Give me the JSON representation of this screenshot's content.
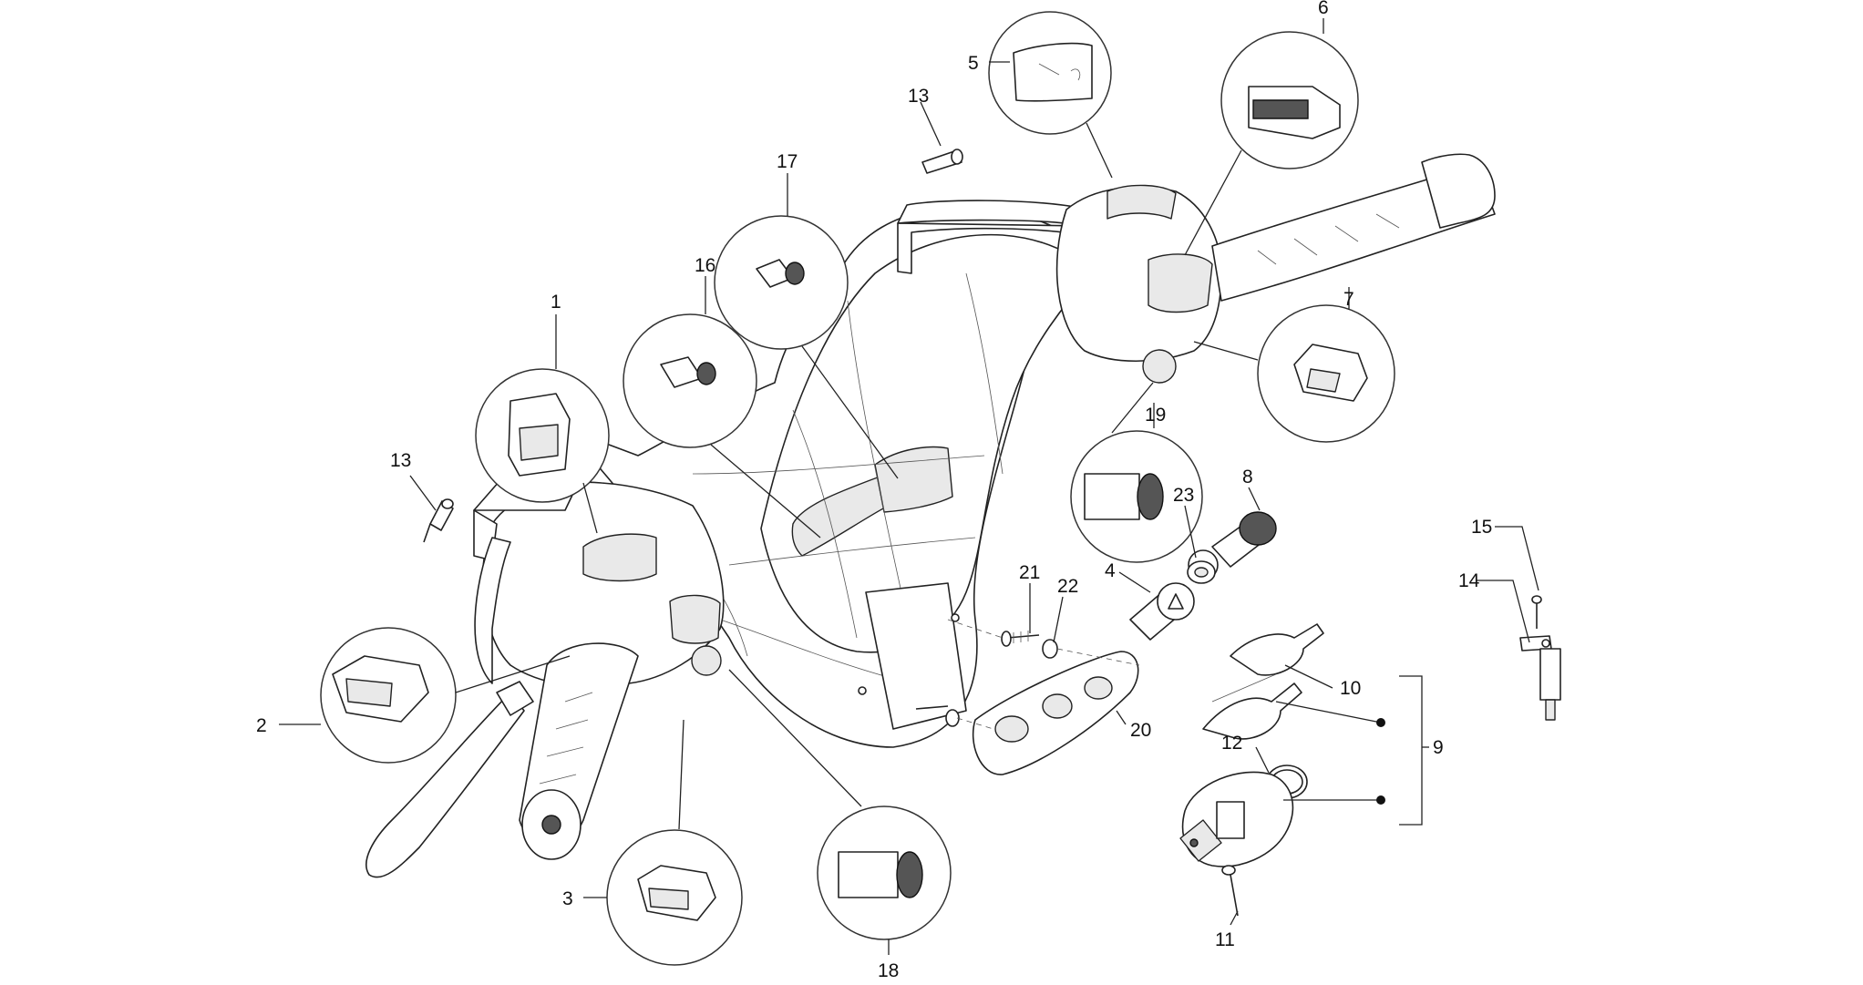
{
  "callouts": [
    {
      "id": "c1",
      "text": "1"
    },
    {
      "id": "c2",
      "text": "2"
    },
    {
      "id": "c3",
      "text": "3"
    },
    {
      "id": "c4",
      "text": "4"
    },
    {
      "id": "c5",
      "text": "5"
    },
    {
      "id": "c6",
      "text": "6"
    },
    {
      "id": "c7",
      "text": "7"
    },
    {
      "id": "c8",
      "text": "8"
    },
    {
      "id": "c9",
      "text": "9"
    },
    {
      "id": "c10",
      "text": "10"
    },
    {
      "id": "c11",
      "text": "11"
    },
    {
      "id": "c12",
      "text": "12"
    },
    {
      "id": "c13a",
      "text": "13"
    },
    {
      "id": "c13b",
      "text": "13"
    },
    {
      "id": "c14",
      "text": "14"
    },
    {
      "id": "c15",
      "text": "15"
    },
    {
      "id": "c16",
      "text": "16"
    },
    {
      "id": "c17",
      "text": "17"
    },
    {
      "id": "c18",
      "text": "18"
    },
    {
      "id": "c19",
      "text": "19"
    },
    {
      "id": "c20",
      "text": "20"
    },
    {
      "id": "c21",
      "text": "21"
    },
    {
      "id": "c22",
      "text": "22"
    },
    {
      "id": "c23",
      "text": "23"
    }
  ],
  "colors": {
    "line": "#222222",
    "background": "#ffffff",
    "shade": "#e9e9e9"
  }
}
